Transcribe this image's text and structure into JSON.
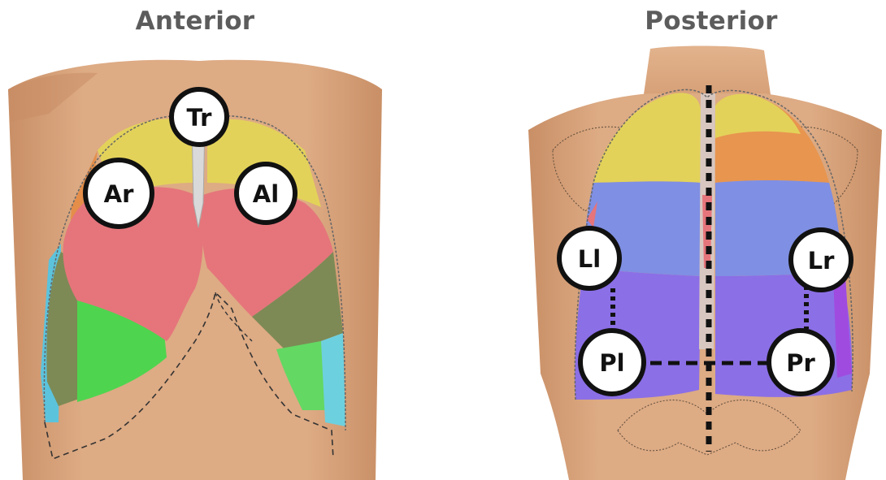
{
  "views": {
    "anterior": {
      "title": "Anterior",
      "markers": [
        {
          "id": "tr",
          "label": "Tr"
        },
        {
          "id": "ar",
          "label": "Ar"
        },
        {
          "id": "al",
          "label": "Al"
        }
      ]
    },
    "posterior": {
      "title": "Posterior",
      "markers": [
        {
          "id": "ll",
          "label": "Ll"
        },
        {
          "id": "lr",
          "label": "Lr"
        },
        {
          "id": "pl",
          "label": "Pl"
        },
        {
          "id": "pr",
          "label": "Pr"
        }
      ]
    }
  },
  "colors": {
    "skin": "#d9a67f",
    "skin_shade": "#c58d66",
    "upper_lobe_yellow": "#e5d35a",
    "lobe_pink": "#e5757b",
    "lobe_green": "#5ad65a",
    "lobe_olive": "#7f8a55",
    "lobe_blue": "#7f8fe3",
    "lobe_purple": "#8b6fe6",
    "lobe_orange": "#e8954f",
    "lobe_cyan": "#6dd0df",
    "marker_fill": "#ffffff",
    "marker_stroke": "#111111"
  }
}
